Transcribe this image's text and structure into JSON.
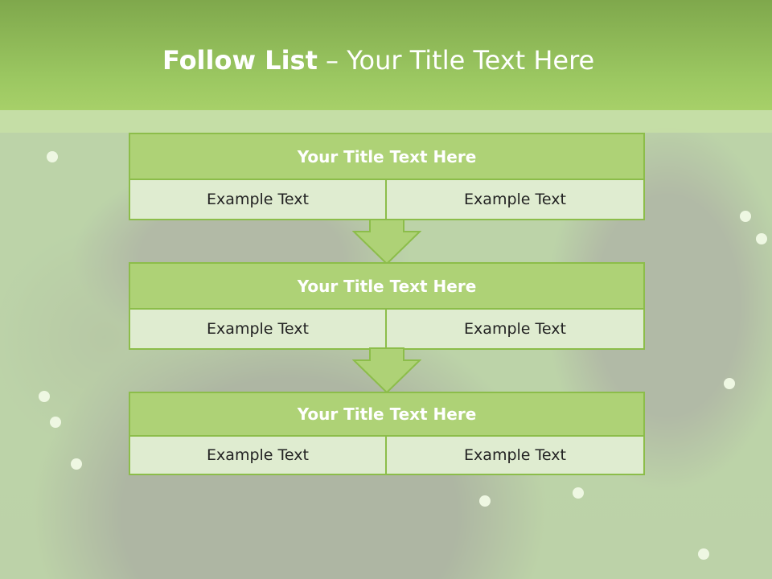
{
  "slide": {
    "title_bold": "Follow List",
    "title_rest": " – Your Title Text Here"
  },
  "steps": [
    {
      "title": "Your Title Text Here",
      "left": "Example Text",
      "right": "Example Text"
    },
    {
      "title": "Your Title Text Here",
      "left": "Example Text",
      "right": "Example Text"
    },
    {
      "title": "Your Title Text Here",
      "left": "Example Text",
      "right": "Example Text"
    }
  ],
  "colors": {
    "accent_green": "#9bc761",
    "block_header": "#aed276",
    "block_border": "#8cbd4a",
    "cell_fill": "#dfecd0"
  }
}
